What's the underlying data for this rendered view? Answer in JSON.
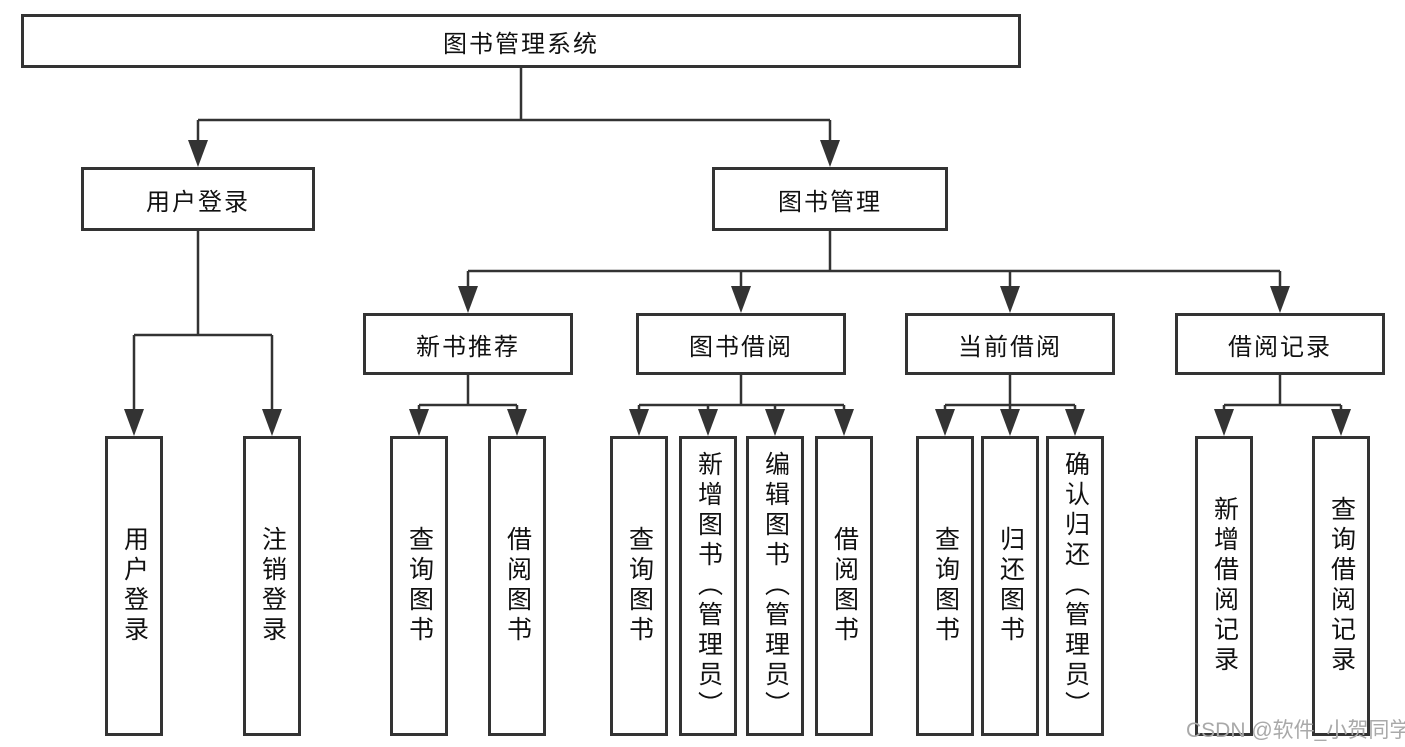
{
  "diagram": {
    "root": {
      "label": "图书管理系统"
    },
    "level2": [
      {
        "label": "用户登录"
      },
      {
        "label": "图书管理"
      }
    ],
    "level3": [
      {
        "label": "新书推荐"
      },
      {
        "label": "图书借阅"
      },
      {
        "label": "当前借阅"
      },
      {
        "label": "借阅记录"
      }
    ],
    "leaves": [
      {
        "label": "用户登录"
      },
      {
        "label": "注销登录"
      },
      {
        "label": "查询图书"
      },
      {
        "label": "借阅图书"
      },
      {
        "label": "查询图书"
      },
      {
        "label": "新增图书（管理员）"
      },
      {
        "label": "编辑图书（管理员）"
      },
      {
        "label": "借阅图书"
      },
      {
        "label": "查询图书"
      },
      {
        "label": "归还图书"
      },
      {
        "label": "确认归还（管理员）"
      },
      {
        "label": "新增借阅记录"
      },
      {
        "label": "查询借阅记录"
      }
    ]
  },
  "watermark": "CSDN @软件_小贺同学",
  "colors": {
    "line": "#333333",
    "border": "#333333",
    "fill": "#ffffff",
    "text": "#111111",
    "watermark": "#a9a9a9"
  }
}
